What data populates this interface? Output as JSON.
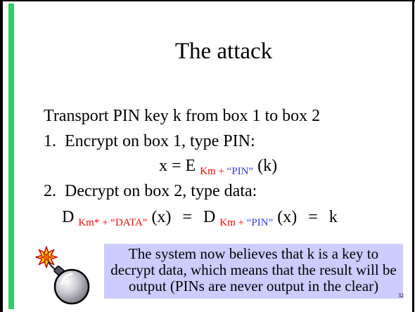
{
  "slide": {
    "title": "The attack",
    "intro": "Transport PIN key k from box 1 to box 2",
    "steps": [
      {
        "number": "1.",
        "text": "Encrypt on box 1, type PIN:"
      },
      {
        "number": "2.",
        "text": "Decrypt on box 2, type data:"
      }
    ],
    "equation1": {
      "lhs": "x = E",
      "sub_key": "Km +",
      "sub_type": "“PIN”",
      "rhs": "(k)"
    },
    "equation2": {
      "lhs": "D",
      "sub1_key": "Km* +",
      "sub1_type": "“DATA”",
      "middle": "(x) = D",
      "sub2_key": "Km +",
      "sub2_type": "“PIN”",
      "rhs": "(x) = k"
    },
    "callout": {
      "lines": [
        "The system now believes that k is a key to",
        "decrypt data, which means that the result will be",
        "output (PINs are never output in the clear)"
      ]
    },
    "page_number": "32",
    "icon": "bomb-icon"
  },
  "colors": {
    "border": "#000000",
    "accent_bar": "#33cc66",
    "callout_background": "#ccccff",
    "subscript_key": "#ff0000",
    "subscript_pin": "#3333ff",
    "subscript_data": "#ff0000"
  }
}
